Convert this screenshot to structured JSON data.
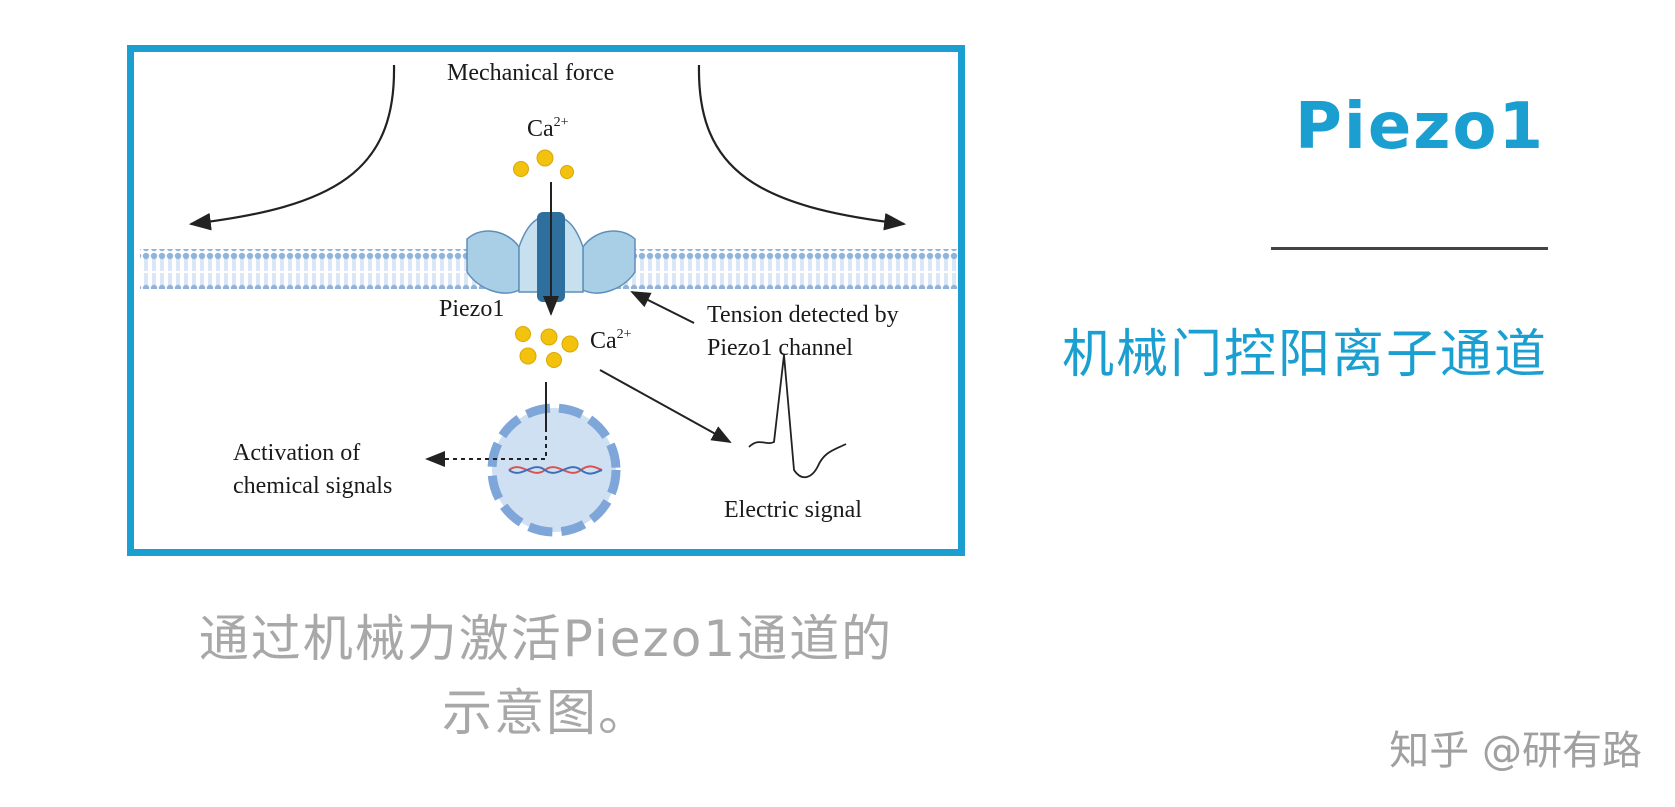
{
  "diagram": {
    "labels": {
      "mechanical_force": "Mechanical force",
      "ca_top": "Ca",
      "ca_top_sup": "2+",
      "piezo1": "Piezo1",
      "ca_mid": "Ca",
      "ca_mid_sup": "2+",
      "tension_line1": "Tension detected by",
      "tension_line2": "Piezo1 channel",
      "activation_line1": "Activation of",
      "activation_line2": "chemical signals",
      "electric_signal": "Electric signal"
    },
    "colors": {
      "frame": "#1a9fd0",
      "membrane": "#8fb4dc",
      "channel": "#a9cfe6",
      "pore": "#2f6f9e",
      "ion": "#f2c20f",
      "nucleus_fill": "#cfe0f3",
      "nucleus_border": "#7ea6d8"
    }
  },
  "side": {
    "title": "Piezo1",
    "subtitle": "机械门控阳离子通道"
  },
  "caption": {
    "line1": "通过机械力激活Piezo1通道的",
    "line2": "示意图。"
  },
  "watermark": "知乎 @研有路"
}
